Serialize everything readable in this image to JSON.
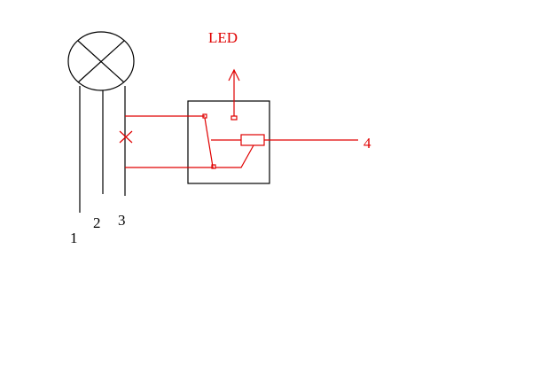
{
  "labels": {
    "led": "LED",
    "wire_1": "1",
    "wire_2": "2",
    "wire_3": "3",
    "output_4": "4"
  },
  "colors": {
    "ink": "#000000",
    "accent": "#e00000",
    "background": "#ffffff"
  }
}
